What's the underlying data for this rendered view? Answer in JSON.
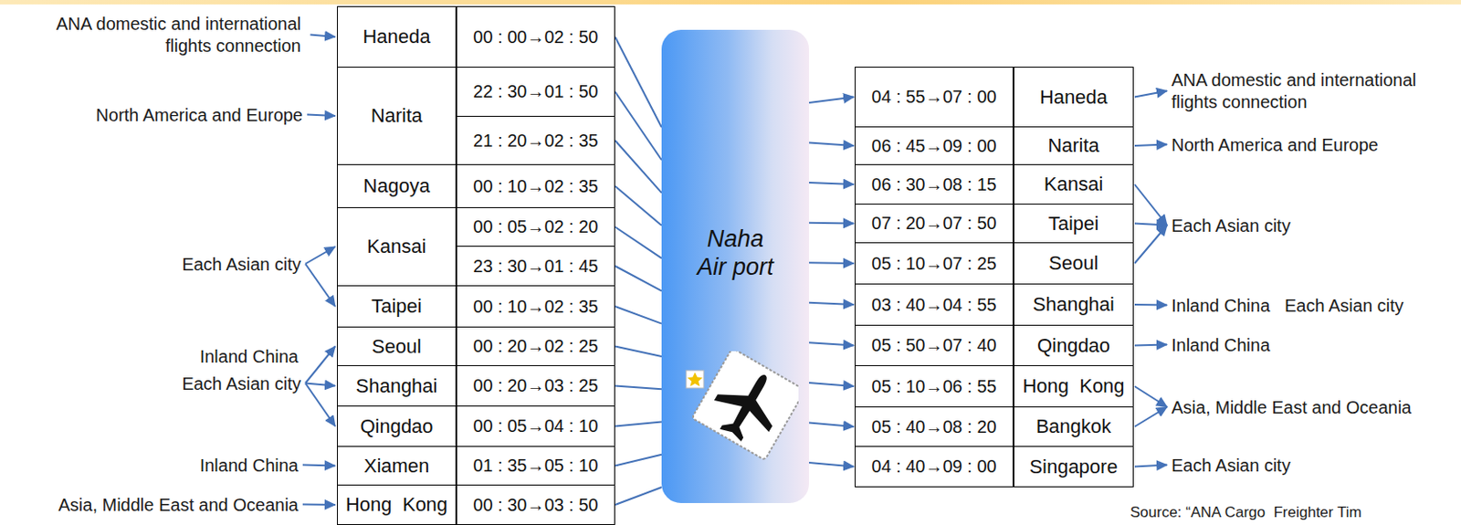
{
  "diagram": {
    "nodes": [
      {
        "text": [
          "Haneda"
        ]
      },
      {
        "text": [
          "00 : 00→02 : 50"
        ]
      },
      {
        "text": [
          "Narita"
        ]
      },
      {
        "text": [
          "22 : 30→01 : 50"
        ]
      },
      {
        "text": [
          "21 : 20→02 : 35"
        ]
      },
      {
        "text": [
          "Nagoya"
        ]
      },
      {
        "text": [
          "00 : 10→02 : 35"
        ]
      },
      {
        "text": [
          "Kansai"
        ]
      },
      {
        "text": [
          "00 : 05→02 : 20"
        ]
      },
      {
        "text": [
          "23 : 30→01 : 45"
        ]
      },
      {
        "text": [
          "Taipei"
        ]
      },
      {
        "text": [
          "00 : 10→02 : 35"
        ]
      },
      {
        "text": [
          "Seoul"
        ]
      },
      {
        "text": [
          "00 : 20→02 : 25"
        ]
      },
      {
        "text": [
          "Shanghai"
        ]
      },
      {
        "text": [
          "00 : 20→03 : 25"
        ]
      },
      {
        "text": [
          "Qingdao"
        ]
      },
      {
        "text": [
          "00 : 05→04 : 10"
        ]
      },
      {
        "text": [
          "Xiamen"
        ]
      },
      {
        "text": [
          "01 : 35→05 : 10"
        ]
      },
      {
        "text": [
          "Hong  Kong"
        ]
      },
      {
        "text": [
          "00 : 30→03 : 50"
        ]
      },
      {
        "text": [
          "Naha Air port"
        ]
      },
      {
        "text": [
          "04 : 55→07 : 00"
        ]
      },
      {
        "text": [
          "Haneda"
        ]
      },
      {
        "text": [
          "06 : 45→09 : 00"
        ]
      },
      {
        "text": [
          "Narita"
        ]
      },
      {
        "text": [
          "06 : 30→08 : 15"
        ]
      },
      {
        "text": [
          "Kansai"
        ]
      },
      {
        "text": [
          "07 : 20→07 : 50"
        ]
      },
      {
        "text": [
          "Taipei"
        ]
      },
      {
        "text": [
          "05 : 10→07 : 25"
        ]
      },
      {
        "text": [
          "Seoul"
        ]
      },
      {
        "text": [
          "03 : 40→04 : 55"
        ]
      },
      {
        "text": [
          "Shanghai"
        ]
      },
      {
        "text": [
          "05 : 50→07 : 40"
        ]
      },
      {
        "text": [
          "Qingdao"
        ]
      },
      {
        "text": [
          "05 : 10→06 : 55"
        ]
      },
      {
        "text": [
          "Hong  Kong"
        ]
      },
      {
        "text": [
          "05 : 40→08 : 20"
        ]
      },
      {
        "text": [
          "Bangkok"
        ]
      },
      {
        "text": [
          "04 : 40→09 : 00"
        ]
      },
      {
        "text": [
          "Singapore"
        ]
      }
    ],
    "edges": [
      {
        "from": 1,
        "to": 22,
        "arrow": "none"
      },
      {
        "from": 3,
        "to": 22,
        "arrow": "none"
      },
      {
        "from": 4,
        "to": 22,
        "arrow": "none"
      },
      {
        "from": 6,
        "to": 22,
        "arrow": "none"
      },
      {
        "from": 8,
        "to": 22,
        "arrow": "none"
      },
      {
        "from": 9,
        "to": 22,
        "arrow": "none"
      },
      {
        "from": 11,
        "to": 22,
        "arrow": "none"
      },
      {
        "from": 13,
        "to": 22,
        "arrow": "none"
      },
      {
        "from": 15,
        "to": 22,
        "arrow": "none"
      },
      {
        "from": 17,
        "to": 22,
        "arrow": "none"
      },
      {
        "from": 19,
        "to": 22,
        "arrow": "none"
      },
      {
        "from": 21,
        "to": 22,
        "arrow": "none"
      },
      {
        "from": 22,
        "to": 23,
        "arrow": "to"
      },
      {
        "from": 22,
        "to": 25,
        "arrow": "to"
      },
      {
        "from": 22,
        "to": 27,
        "arrow": "to"
      },
      {
        "from": 22,
        "to": 29,
        "arrow": "to"
      },
      {
        "from": 22,
        "to": 31,
        "arrow": "to"
      },
      {
        "from": 22,
        "to": 33,
        "arrow": "to"
      },
      {
        "from": 22,
        "to": 35,
        "arrow": "to"
      },
      {
        "from": 22,
        "to": 37,
        "arrow": "to"
      },
      {
        "from": 22,
        "to": 39,
        "arrow": "to"
      },
      {
        "from": 22,
        "to": 41,
        "arrow": "to"
      }
    ],
    "labels": [
      "ANA domestic and international flights connection",
      "North America and Europe",
      "Each Asian city",
      "Inland China",
      "Each Asian city",
      "Inland China",
      "Asia, Middle East and Oceania",
      "ANA domestic and international flights connection",
      "North America and Europe",
      "Each Asian city",
      "Inland China   Each Asian city",
      "Inland China",
      "Asia, Middle East and Oceania",
      "Each Asian city",
      "Source: “ANA Cargo  Freighter Tim"
    ]
  }
}
